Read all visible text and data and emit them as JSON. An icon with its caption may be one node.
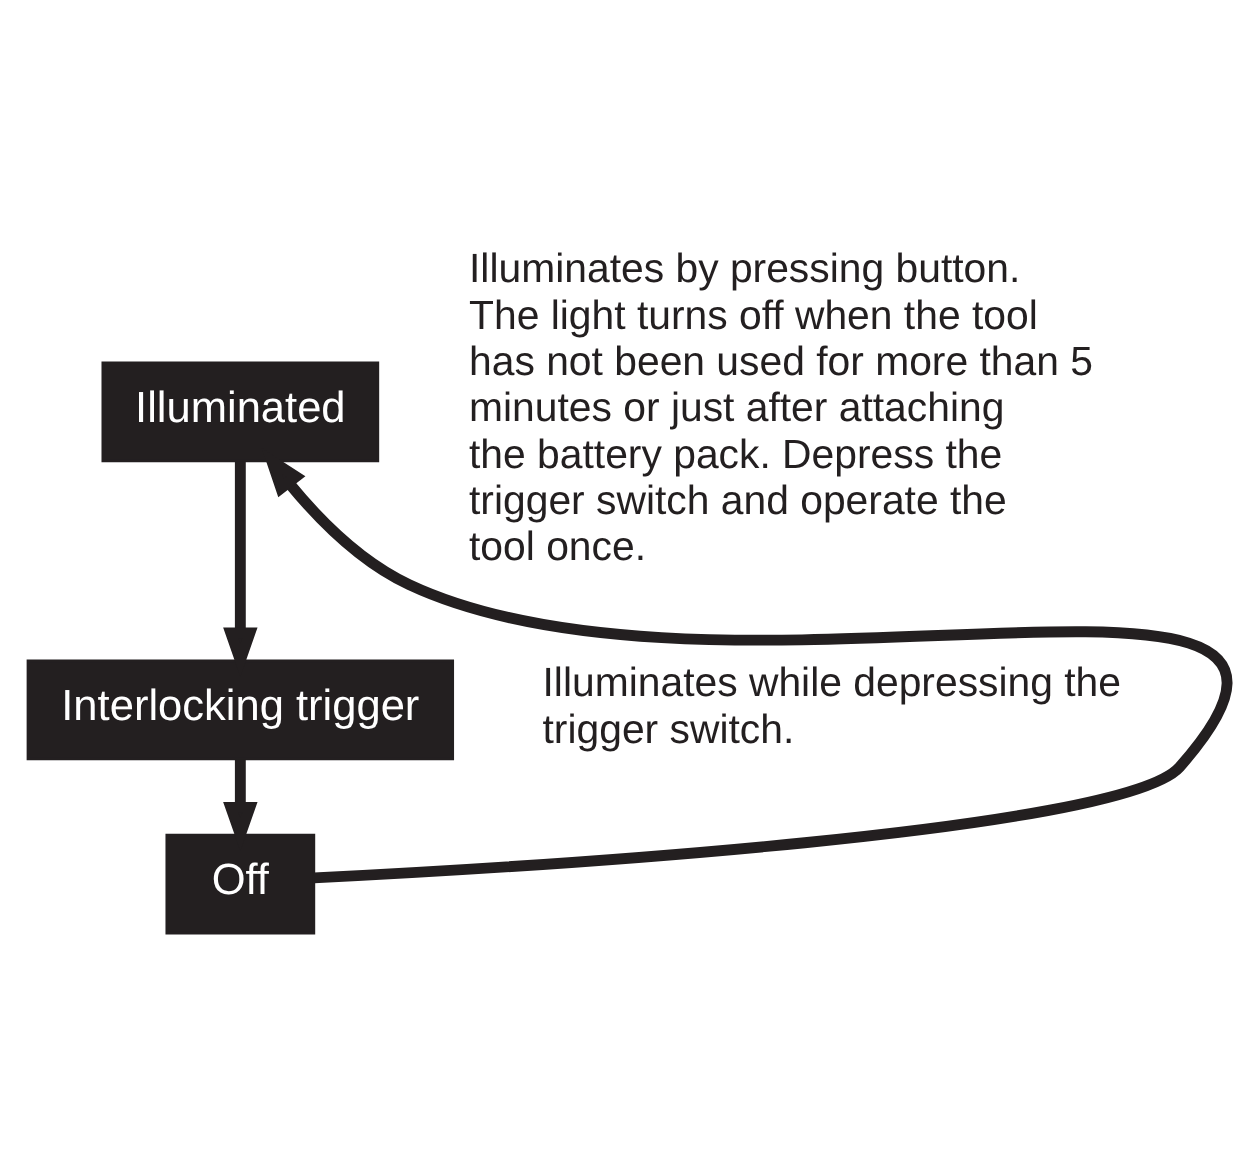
{
  "diagram": {
    "nodes": [
      {
        "text": [
          "Illuminated"
        ],
        "beside": [
          "Illuminates by pressing button.",
          "The light turns off when the tool has not been used for more than 5 minutes or just after attaching the battery pack. Depress the trigger switch and operate the tool once."
        ]
      },
      {
        "text": [
          "Interlocking trigger"
        ],
        "beside": [
          "Illuminates while depressing the trigger switch."
        ]
      },
      {
        "text": [
          "Off"
        ]
      }
    ],
    "edges": [
      {
        "from": 0,
        "to": 1,
        "arrow": "to"
      },
      {
        "from": 1,
        "to": 2,
        "arrow": "to"
      },
      {
        "from": 2,
        "to": 0,
        "arrow": "to"
      }
    ]
  }
}
